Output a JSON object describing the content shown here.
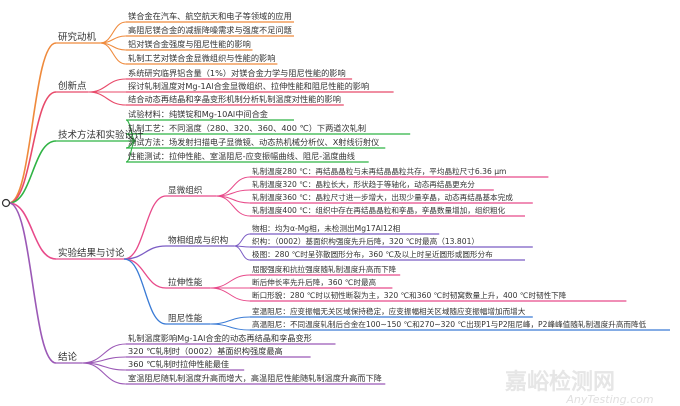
{
  "root": {
    "label": ""
  },
  "branches": [
    {
      "label": "研究动机",
      "color": "#ef8a3c",
      "items": [
        "镁合金在汽车、航空航天和电子等领域的应用",
        "高阻尼镁合金的减振降噪需求与强度不足问题",
        "铝对镁合金强度与阻尼性能的影响",
        "轧制工艺对镁合金显微组织与性能的影响"
      ]
    },
    {
      "label": "创新点",
      "color": "#e84a6a",
      "items": [
        "系统研究临界铝含量（1%）对镁合金力学与阻尼性能的影响",
        "探讨轧制温度对Mg-1Al合金显微组织、拉伸性能和阻尼性能的影响",
        "结合动态再结晶和孪晶变形机制分析轧制温度对性能的影响"
      ]
    },
    {
      "label": "技术方法和实验设计",
      "color": "#2fb344",
      "items": [
        "试验材料：纯镁锭和Mg-10Al中间合金",
        "轧制工艺：不同温度（280、320、360、400 ℃）下两道次轧制",
        "测试方法：场发射扫描电子显微镜、动态热机械分析仪、X射线衍射仪",
        "性能测试：拉伸性能、室温阻尼-应变振幅曲线、阻尼-温度曲线"
      ]
    },
    {
      "label": "实验结果与讨论",
      "color": "#e84a8a",
      "subs": [
        {
          "label": "显微组织",
          "color": "#e84a8a",
          "items": [
            "轧制温度280 ℃：再结晶晶粒与未再结晶晶粒共存，平均晶粒尺寸6.36 μm",
            "轧制温度320 ℃：晶粒长大，形状趋于等轴化，动态再结晶更充分",
            "轧制温度360 ℃：晶粒尺寸进一步增大，出现少量孪晶，动态再结晶基本完成",
            "轧制温度400 ℃：组织中存在再结晶晶粒和孪晶，孪晶数量增加，组织粗化"
          ]
        },
        {
          "label": "物相组成与织构",
          "color": "#7b5cc4",
          "items": [
            "物相：均为α-Mg相，未检测出Mg17Al12相",
            "织构：（0002）基面织构强度先升后降，320 ℃时最高（13.801）",
            "极图：280 ℃时呈弥散圆形分布，360 ℃及以上时呈近圆形或圆形分布"
          ]
        },
        {
          "label": "拉伸性能",
          "color": "#e84a8a",
          "items": [
            "屈服强度和抗拉强度随轧制温度升高而下降",
            "断后伸长率先升后降，360 ℃时最高",
            "断口形貌：280 ℃时以韧性断裂为主，320 ℃和360 ℃时韧窝数量上升，400 ℃时韧性下降"
          ]
        },
        {
          "label": "阻尼性能",
          "color": "#3a7bd5",
          "items": [
            "室温阻尼：应变振幅无关区域保持稳定，应变振幅相关区域随应变振幅增加而增大",
            "高温阻尼：不同温度轧制后合金在100~150 ℃和270~320 ℃出现P1与P2阻尼峰，P2峰峰值随轧制温度升高而降低"
          ]
        }
      ]
    },
    {
      "label": "结论",
      "color": "#9b59b6",
      "items": [
        "轧制温度影响Mg-1Al合金的动态再结晶和孪晶变形",
        "320 ℃轧制时（0002）基面织构强度最高",
        "360 ℃轧制时拉伸性能最佳",
        "室温阻尼随轧制温度升高而增大，高温阻尼性能随轧制温度升高而下降"
      ]
    }
  ],
  "watermark": {
    "cn": "嘉峪检测网",
    "en": "AnyTesting.com"
  }
}
